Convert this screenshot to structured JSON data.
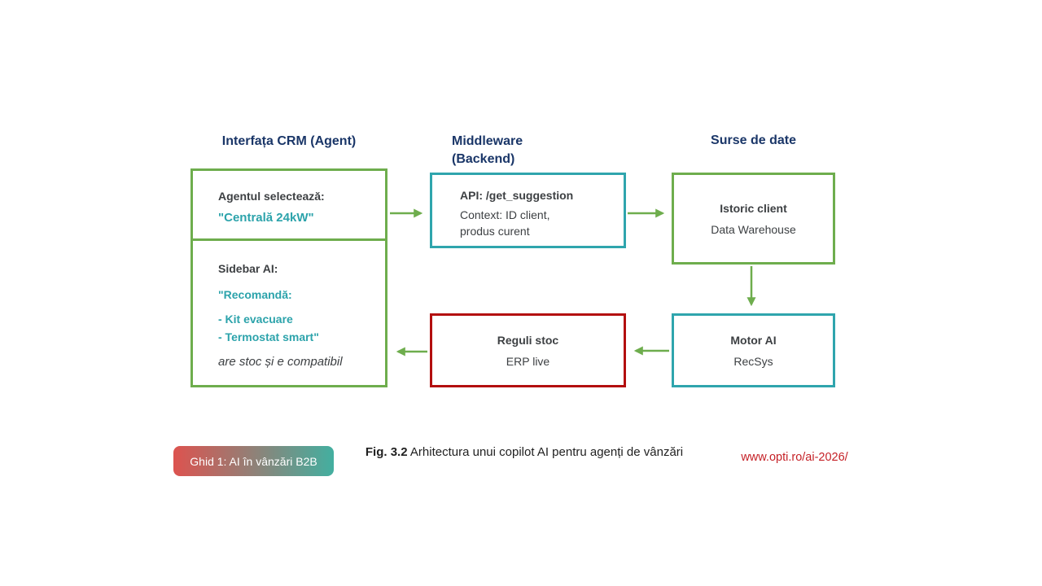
{
  "colors": {
    "green": "#6ead4d",
    "teal_border": "#2fa5ad",
    "red_border": "#b30f0f",
    "navy_header": "#1a3668",
    "dark_text": "#3d4043",
    "teal_text": "#2ca3ab",
    "link_red": "#c52127",
    "badge_gradient_start": "#dd534f",
    "badge_gradient_end": "#43afa0"
  },
  "headers": {
    "crm": "Interfața CRM (Agent)",
    "middleware_line1": "Middleware",
    "middleware_line2": "(Backend)",
    "sources": "Surse de date"
  },
  "boxes": {
    "agent_select": {
      "title": "Agentul selectează:",
      "value": "\"Centrală 24kW\""
    },
    "sidebar_ai": {
      "title": "Sidebar AI:",
      "line1": "\"Recomandă:",
      "line2": "- Kit evacuare",
      "line3": "- Termostat smart\"",
      "note": "are stoc și e compatibil"
    },
    "api": {
      "title": "API: /get_suggestion",
      "line1": "Context: ID client,",
      "line2": "produs curent"
    },
    "istoric": {
      "title": "Istoric client",
      "subtitle": "Data Warehouse"
    },
    "reguli": {
      "title": "Reguli stoc",
      "subtitle": "ERP live"
    },
    "motor": {
      "title": "Motor AI",
      "subtitle": "RecSys"
    }
  },
  "footer": {
    "badge": "Ghid 1: AI în vânzări B2B",
    "caption_bold": "Fig. 3.2",
    "caption_text": " Arhitectura unui copilot AI pentru agenți de vânzări",
    "link": "www.opti.ro/ai-2026/"
  }
}
